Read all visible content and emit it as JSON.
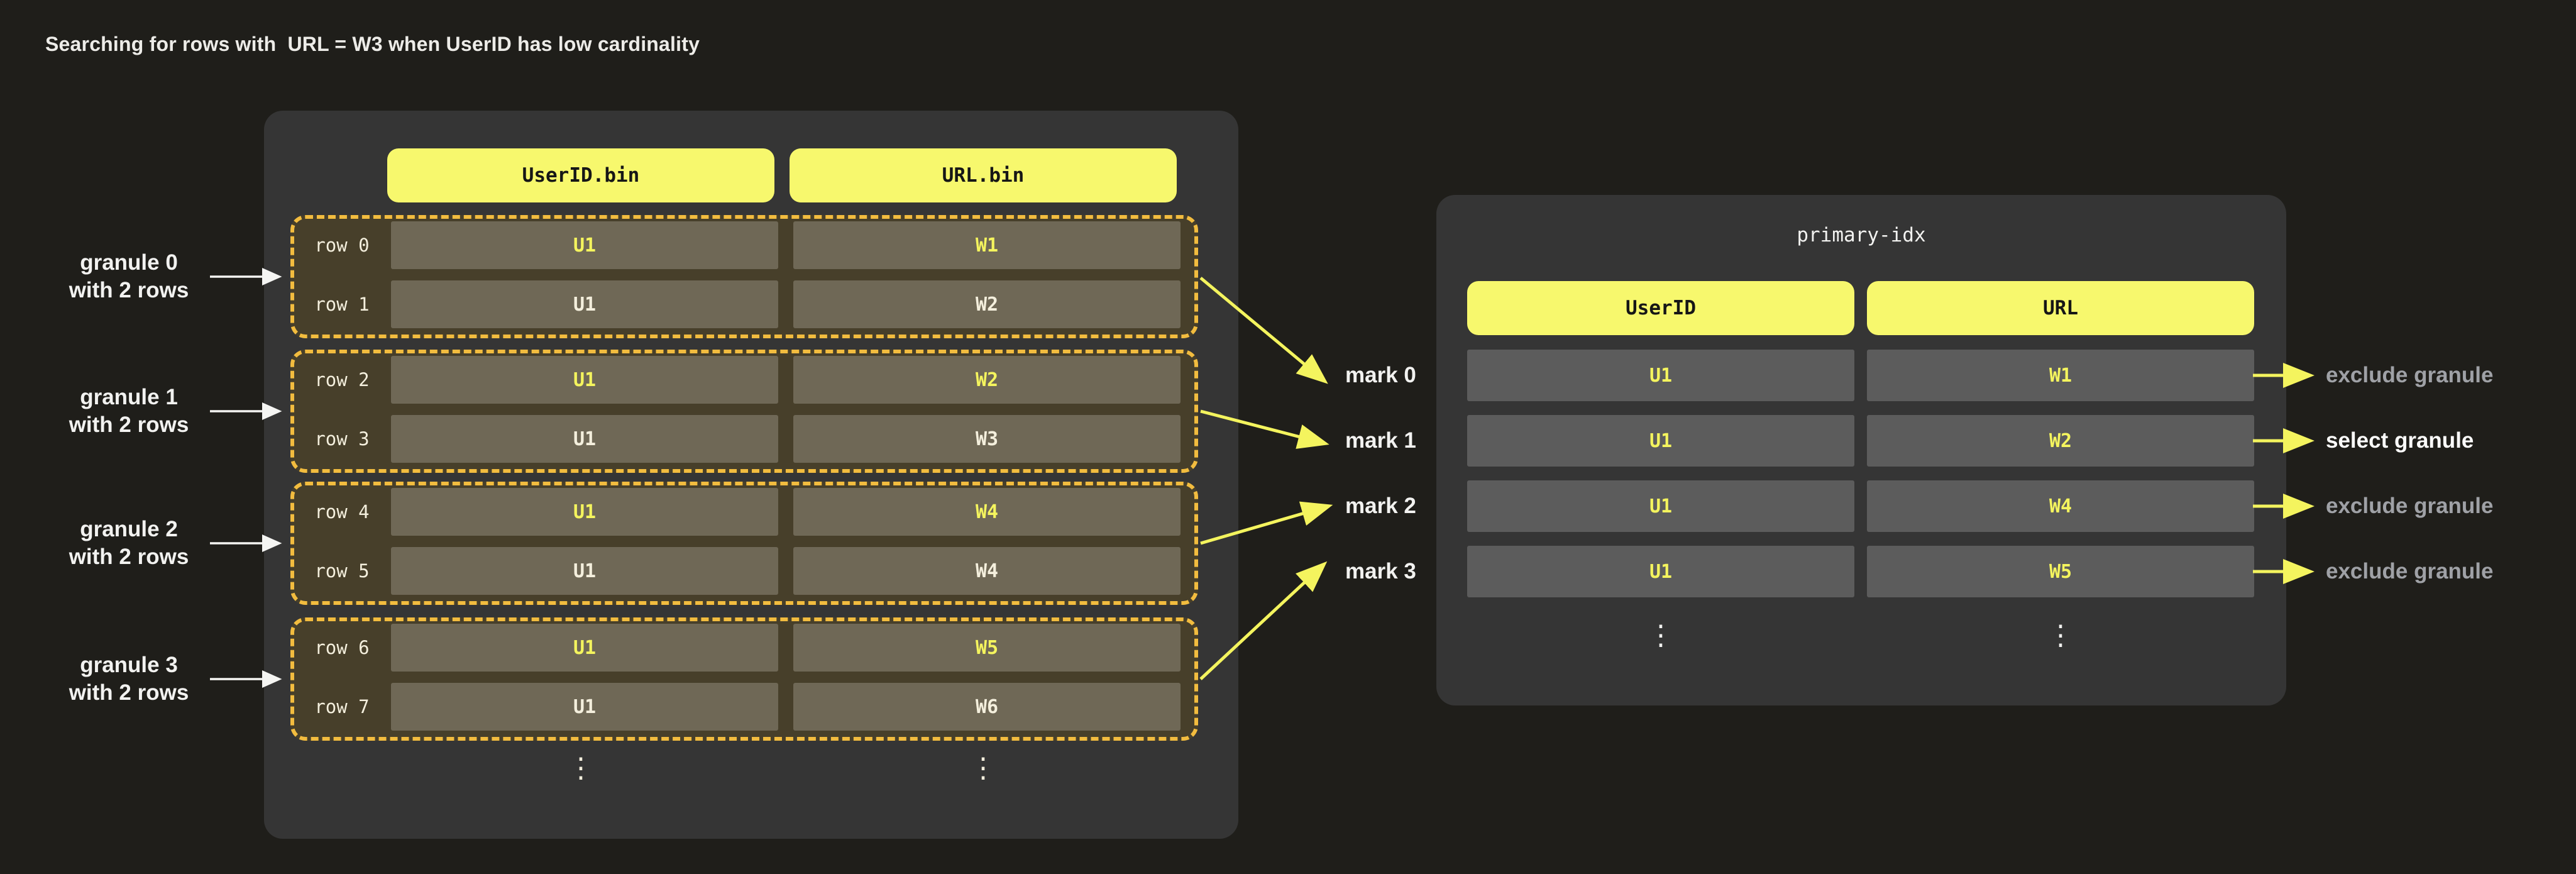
{
  "title": "Searching for rows with  URL = W3 when UserID has low cardinality",
  "left_panel": {
    "columns": [
      "UserID.bin",
      "URL.bin"
    ],
    "granules": [
      {
        "line1": "granule 0",
        "line2": "with 2 rows"
      },
      {
        "line1": "granule 1",
        "line2": "with 2 rows"
      },
      {
        "line1": "granule 2",
        "line2": "with 2 rows"
      },
      {
        "line1": "granule 3",
        "line2": "with 2 rows"
      }
    ],
    "rows": [
      {
        "label": "row 0",
        "user_id": "U1",
        "url": "W1",
        "highlight": true
      },
      {
        "label": "row 1",
        "user_id": "U1",
        "url": "W2",
        "highlight": false
      },
      {
        "label": "row 2",
        "user_id": "U1",
        "url": "W2",
        "highlight": true
      },
      {
        "label": "row 3",
        "user_id": "U1",
        "url": "W3",
        "highlight": false
      },
      {
        "label": "row 4",
        "user_id": "U1",
        "url": "W4",
        "highlight": true
      },
      {
        "label": "row 5",
        "user_id": "U1",
        "url": "W4",
        "highlight": false
      },
      {
        "label": "row 6",
        "user_id": "U1",
        "url": "W5",
        "highlight": true
      },
      {
        "label": "row 7",
        "user_id": "U1",
        "url": "W6",
        "highlight": false
      }
    ],
    "ellipsis": "⋮"
  },
  "marks": [
    "mark 0",
    "mark 1",
    "mark 2",
    "mark 3"
  ],
  "right_panel": {
    "title": "primary-idx",
    "columns": [
      "UserID",
      "URL"
    ],
    "rows": [
      {
        "user_id": "U1",
        "url": "W1"
      },
      {
        "user_id": "U1",
        "url": "W2"
      },
      {
        "user_id": "U1",
        "url": "W4"
      },
      {
        "user_id": "U1",
        "url": "W5"
      }
    ],
    "ellipsis": "⋮"
  },
  "outcomes": [
    {
      "label": "exclude granule",
      "selected": false
    },
    {
      "label": "select granule",
      "selected": true
    },
    {
      "label": "exclude granule",
      "selected": false
    },
    {
      "label": "exclude granule",
      "selected": false
    }
  ],
  "theme": {
    "page_bg": "#1f1e1a",
    "panel_bg": "#353535",
    "pill_yellow": "#f7f86d",
    "accent_yellow": "#f4f45e",
    "dash_amber": "#f2bc3f",
    "granule_bg": "#473f2a",
    "left_cell_bg": "#6f6856",
    "right_cell_bg": "#5c5c5c",
    "cream_text": "#f4efdd",
    "white_text": "#f2f2f0",
    "gray_text": "#9fa1a6"
  }
}
